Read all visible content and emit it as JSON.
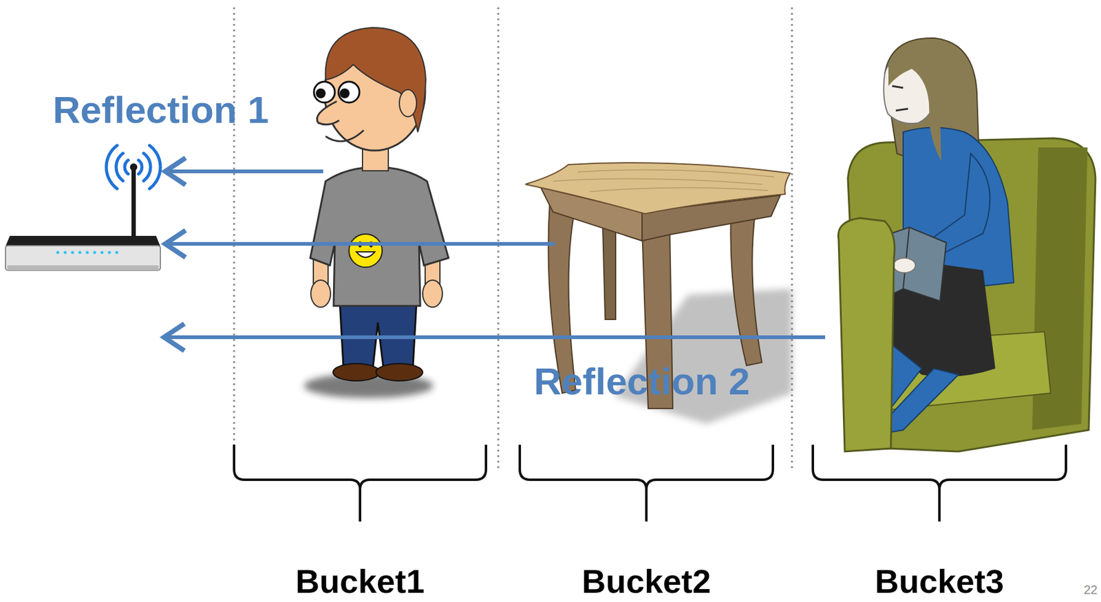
{
  "diagram": {
    "nodes": [
      {
        "text": [
          "Bucket1"
        ]
      },
      {
        "text": [
          "Bucket2"
        ]
      },
      {
        "text": [
          "Bucket3"
        ]
      }
    ],
    "labels": [
      "Reflection 1",
      "Reflection 2",
      "22"
    ]
  }
}
